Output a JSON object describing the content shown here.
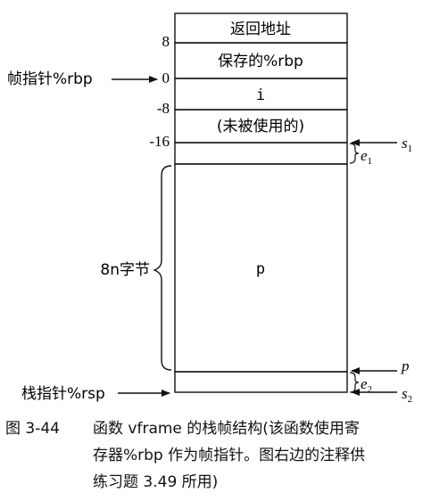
{
  "frame": {
    "cells": [
      "返回地址",
      "保存的%rbp",
      "i",
      "(未被使用的)",
      "",
      "",
      "p",
      ""
    ],
    "offsets": [
      "8",
      "0",
      "-8",
      "-16"
    ]
  },
  "left_labels": {
    "frame_pointer": "帧指针%rbp",
    "stack_pointer": "栈指针%rsp",
    "array_size": "8n字节"
  },
  "right_labels": {
    "s1": "s",
    "s1_sub": "1",
    "e1": "e",
    "e1_sub": "1",
    "p": "p",
    "e2": "e",
    "e2_sub": "2",
    "s2": "s",
    "s2_sub": "2"
  },
  "caption": {
    "number": "图 3-44",
    "lines": [
      "函数 vframe 的栈帧结构(该函数使用寄",
      "存器%rbp 作为帧指针。图右边的注释供",
      "练习题 3.49 所用)"
    ]
  }
}
